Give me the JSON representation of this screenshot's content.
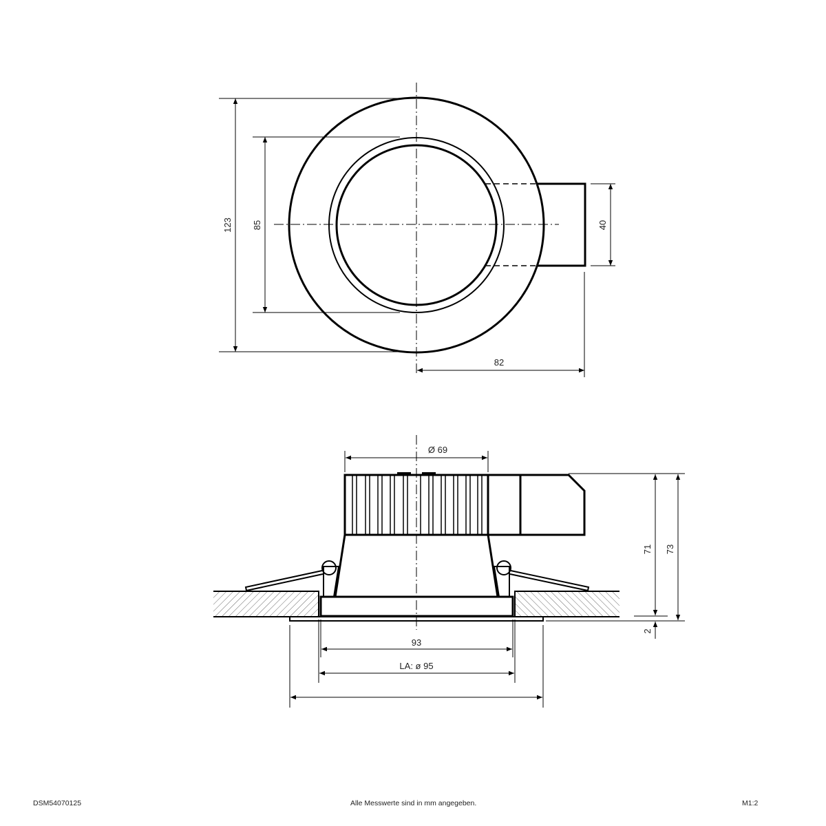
{
  "drawing": {
    "top_view": {
      "dimensions": {
        "outer_diameter": "123",
        "inner_diameter": "85",
        "driver_width": "40",
        "driver_offset": "82"
      }
    },
    "side_view": {
      "dimensions": {
        "heatsink_diameter": "Ø 69",
        "bezel_width": "93",
        "cutout": "LA: ø 95",
        "height_71": "71",
        "height_73": "73",
        "flange_thickness": "2"
      },
      "unlabeled_dimension": ""
    }
  },
  "footer": {
    "doc_id": "DSM54070125",
    "note": "Alle Messwerte sind in mm angegeben.",
    "scale": "M1:2"
  }
}
